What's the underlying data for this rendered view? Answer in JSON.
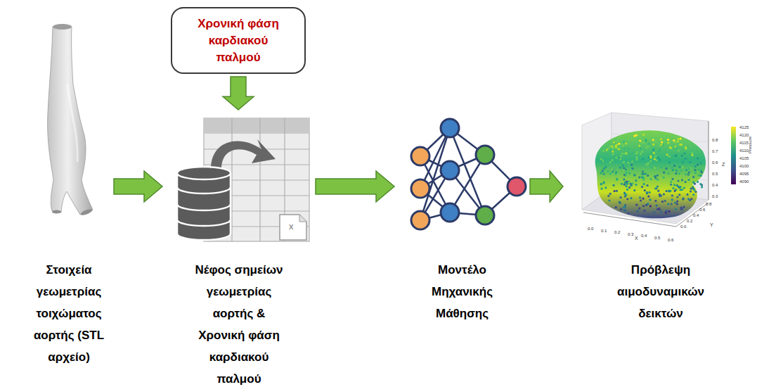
{
  "diagram": {
    "nodes": [
      {
        "text": [
          "Στοιχεία γεωμετρίας τοιχώματος αορτής (STL αρχείο)"
        ]
      },
      {
        "text": [
          "Χρονική φάση καρδιακού παλμού"
        ]
      },
      {
        "text": [
          "Νέφος σημείων γεωμετρίας αορτής & Χρονική φάση καρδιακού παλμού"
        ]
      },
      {
        "text": [
          "Μοντέλο Μηχανικής Μάθησης"
        ]
      },
      {
        "text": [
          "Πρόβλεψη αιμοδυναμικών δεικτών"
        ]
      }
    ],
    "edges": [
      {
        "from": 0,
        "to": 2,
        "arrow": "to"
      },
      {
        "from": 1,
        "to": 2,
        "arrow": "to"
      },
      {
        "from": 2,
        "to": 3,
        "arrow": "to"
      },
      {
        "from": 3,
        "to": 4,
        "arrow": "to"
      }
    ],
    "labels": [
      "x",
      "4125",
      "4120",
      "4115",
      "4110",
      "4105",
      "4100",
      "4095",
      "4090",
      "Pressure",
      "X",
      "Y",
      "Z",
      "0.0",
      "0.1",
      "0.2",
      "0.3",
      "0.4",
      "0.5",
      "0.6",
      "0.0",
      "0.2",
      "0.4",
      "0.6",
      "0.8",
      "0.3",
      "0.4",
      "0.5",
      "0.6",
      "0.7",
      "0.8"
    ]
  }
}
